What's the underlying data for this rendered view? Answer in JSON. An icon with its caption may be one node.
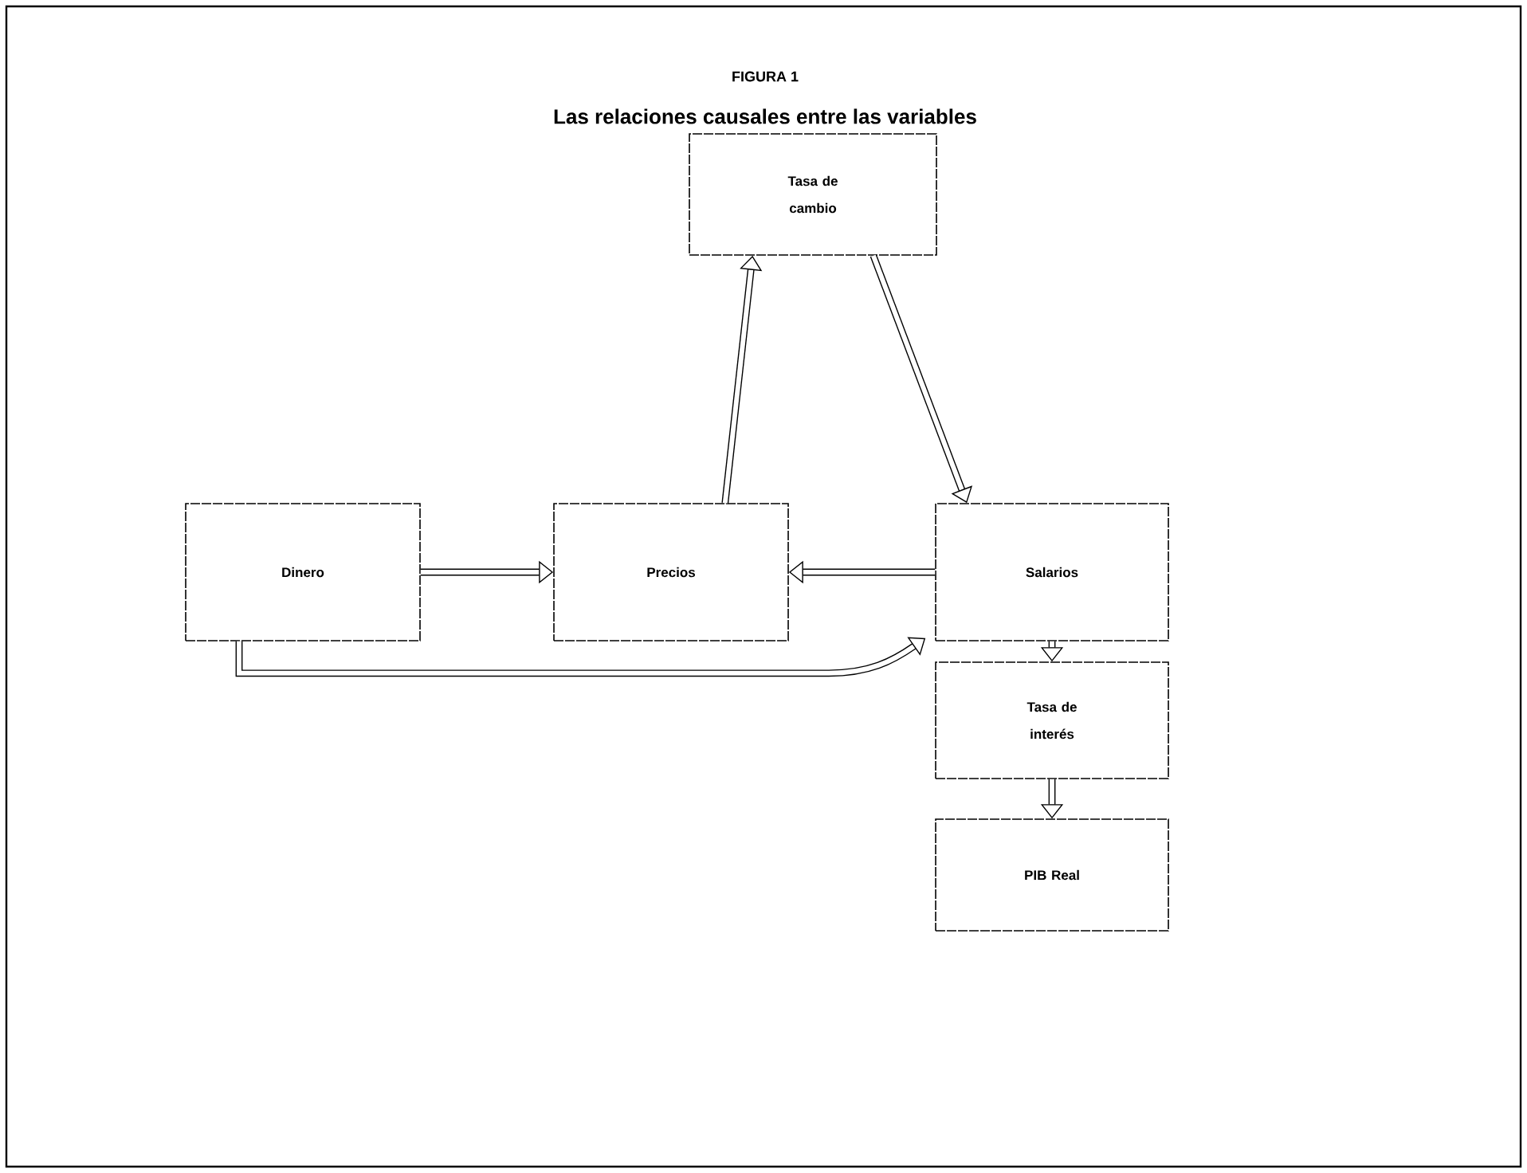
{
  "diagram": {
    "title": "FIGURA 1",
    "caption": "Las relaciones causales entre las variables",
    "nodes": [
      {
        "text": [
          "Tasa de cambio"
        ]
      },
      {
        "text": [
          "Dinero"
        ]
      },
      {
        "text": [
          "Precios"
        ]
      },
      {
        "text": [
          "Salarios"
        ]
      },
      {
        "text": [
          "Tasa de interés"
        ]
      },
      {
        "text": [
          "PIB Real"
        ]
      }
    ],
    "edges": [
      {
        "from": 1,
        "to": 2,
        "arrow": "to"
      },
      {
        "from": 3,
        "to": 2,
        "arrow": "to"
      },
      {
        "from": 2,
        "to": 0,
        "arrow": "to"
      },
      {
        "from": 0,
        "to": 3,
        "arrow": "to"
      },
      {
        "from": 1,
        "to": 3,
        "arrow": "to"
      },
      {
        "from": 3,
        "to": 4,
        "arrow": "to"
      },
      {
        "from": 4,
        "to": 5,
        "arrow": "to"
      }
    ]
  }
}
